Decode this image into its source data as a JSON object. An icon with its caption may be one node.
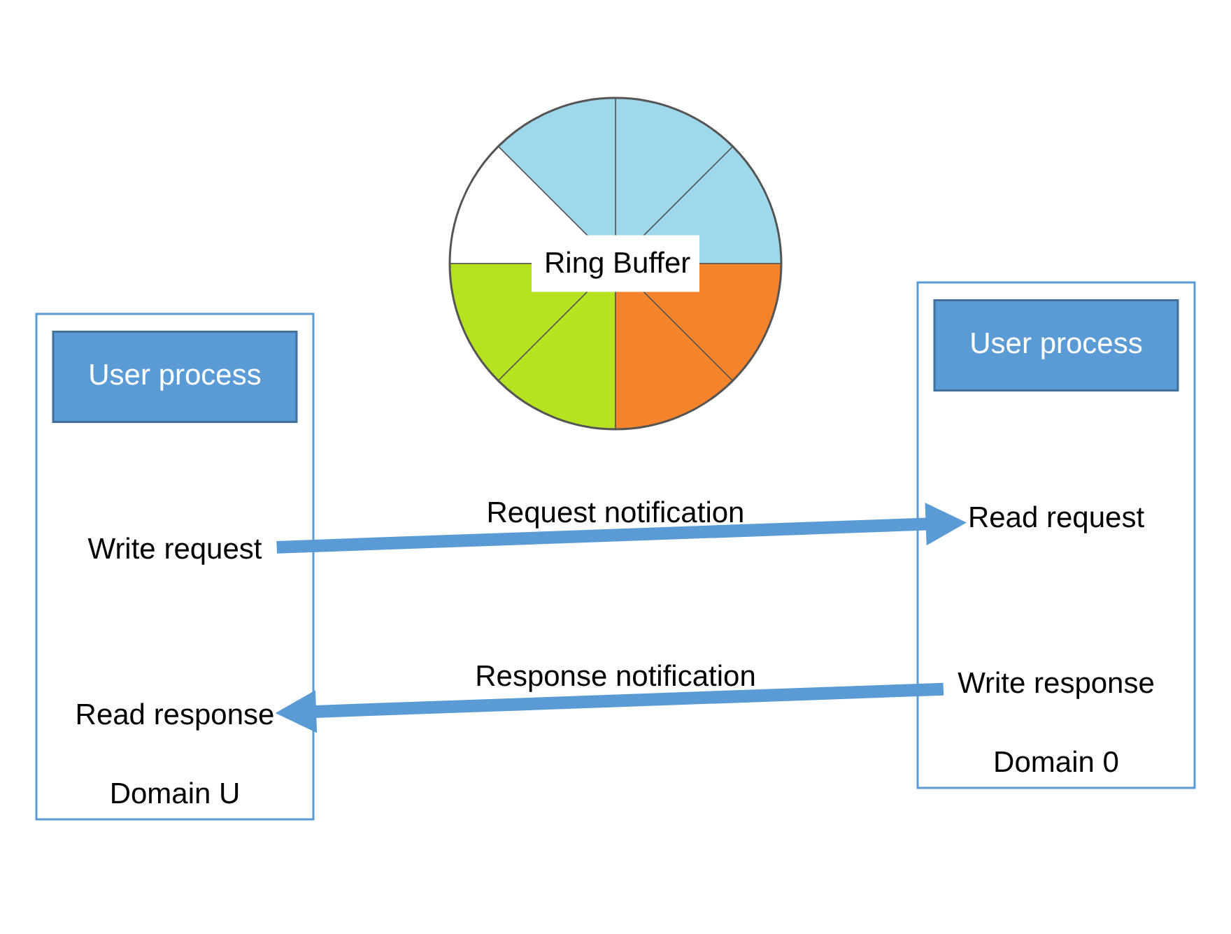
{
  "diagram": {
    "nodes": [
      {
        "text": [
          "Domain U"
        ]
      },
      {
        "text": [
          "User process"
        ],
        "in": 0
      },
      {
        "text": [
          "Write request"
        ],
        "in": 0
      },
      {
        "text": [
          "Read response"
        ],
        "in": 0
      },
      {
        "text": [
          "Domain 0"
        ]
      },
      {
        "text": [
          "User process"
        ],
        "in": 4
      },
      {
        "text": [
          "Read request"
        ],
        "in": 4
      },
      {
        "text": [
          "Write response"
        ],
        "in": 4
      },
      {
        "text": [
          "Ring Buffer"
        ]
      }
    ],
    "edges": [
      {
        "from": 2,
        "to": 6,
        "arrow": "to",
        "label": "Request notification"
      },
      {
        "from": 7,
        "to": 3,
        "arrow": "to",
        "label": "Response notification"
      }
    ]
  }
}
